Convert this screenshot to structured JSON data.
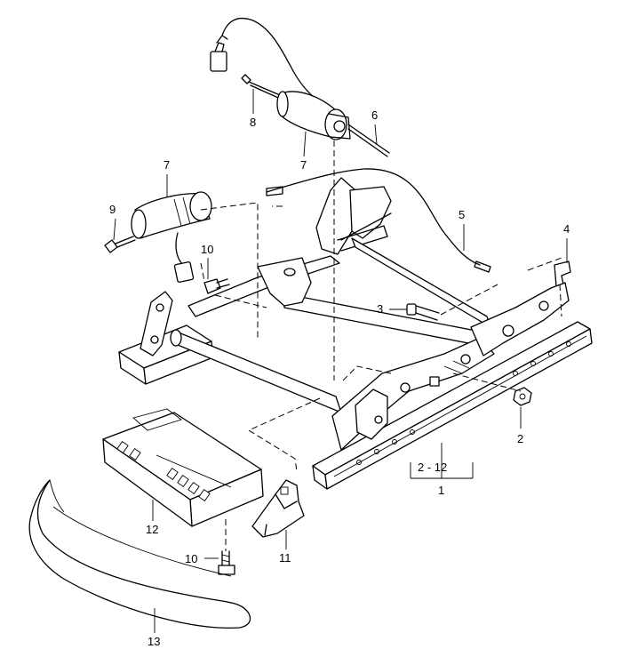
{
  "callouts": {
    "c1": "1",
    "c2": "2",
    "c3": "3",
    "c4": "4",
    "c5": "5",
    "c6": "6",
    "c7_top": "7",
    "c7_mid": "7",
    "c8": "8",
    "c9": "9",
    "c10_top": "10",
    "c10_bottom": "10",
    "c11": "11",
    "c12": "12",
    "c13": "13",
    "range": "2 - 12"
  }
}
